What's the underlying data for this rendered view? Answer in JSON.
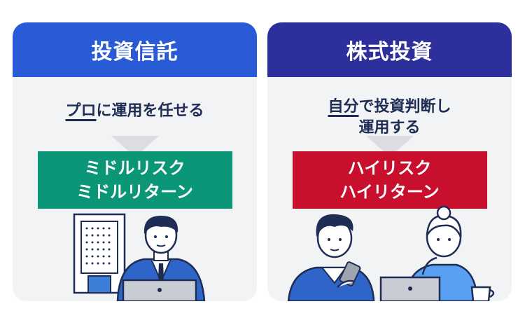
{
  "left_card": {
    "title": "投資信託",
    "desc_underlined": "プロ",
    "desc_rest": "に運用を任せる",
    "badge_line1": "ミドルリスク",
    "badge_line2": "ミドルリターン",
    "header_color": "#2a5bd7",
    "badge_color": "#0a9677"
  },
  "right_card": {
    "title": "株式投資",
    "desc_underlined": "自分",
    "desc_line1_rest": "で投資判断し",
    "desc_line2": "運用する",
    "badge_line1": "ハイリスク",
    "badge_line2": "ハイリターン",
    "header_color": "#2d2f9c",
    "badge_color": "#c8102e"
  }
}
